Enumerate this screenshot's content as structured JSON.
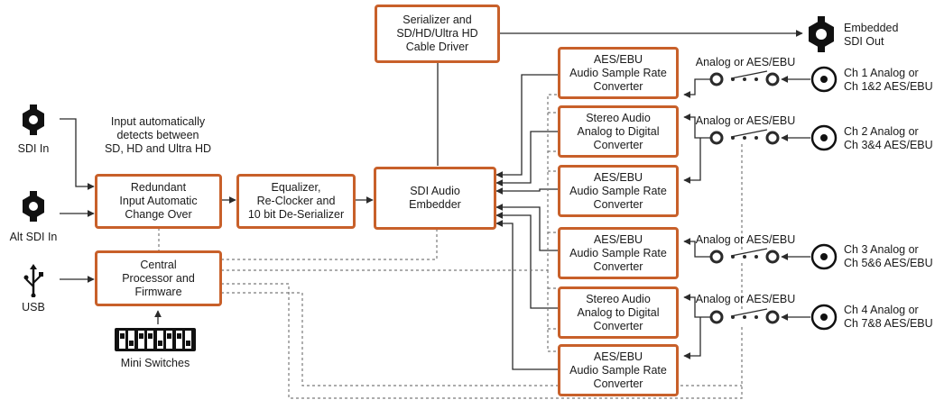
{
  "inputs": {
    "sdi_in": "SDI In",
    "alt_sdi_in": "Alt SDI In",
    "usb": "USB",
    "mini_switches": "Mini Switches",
    "auto_detect_note": "Input automatically\ndetects between\nSD, HD and Ultra HD"
  },
  "blocks": {
    "redundant": "Redundant\nInput Automatic\nChange Over",
    "equalizer": "Equalizer,\nRe-Clocker and\n10 bit De-Serializer",
    "embedder": "SDI Audio\nEmbedder",
    "serializer": "Serializer and\nSD/HD/Ultra HD\nCable Driver",
    "processor": "Central\nProcessor and\nFirmware",
    "converters": [
      "AES/EBU\nAudio Sample Rate\nConverter",
      "Stereo Audio\nAnalog to Digital\nConverter",
      "AES/EBU\nAudio Sample Rate\nConverter",
      "AES/EBU\nAudio Sample Rate\nConverter",
      "Stereo Audio\nAnalog to Digital\nConverter",
      "AES/EBU\nAudio Sample Rate\nConverter"
    ]
  },
  "outputs": {
    "embedded_sdi_out": "Embedded\nSDI Out"
  },
  "switch_label": "Analog or AES/EBU",
  "channels": [
    "Ch 1 Analog or\nCh 1&2 AES/EBU",
    "Ch 2 Analog or\nCh 3&4 AES/EBU",
    "Ch 3 Analog or\nCh 5&6 AES/EBU",
    "Ch 4 Analog or\nCh 7&8 AES/EBU"
  ],
  "colors": {
    "box_border": "#c8602a",
    "line": "#2b2b2b",
    "dashed": "#7a7a7a"
  }
}
